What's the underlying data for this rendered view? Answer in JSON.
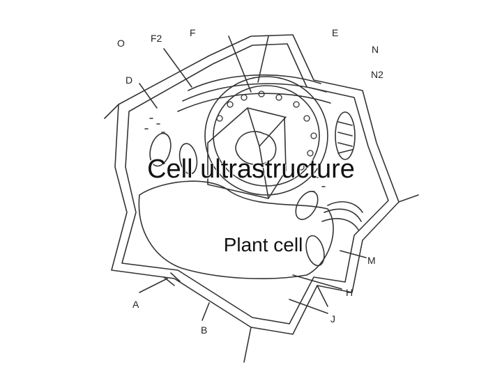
{
  "slide": {
    "title": "Cell ultrastructure",
    "subtitle": "Plant cell"
  },
  "diagram": {
    "labels": {
      "O": "O",
      "F2": "F2",
      "F": "F",
      "E": "E",
      "N": "N",
      "N2": "N2",
      "D": "D",
      "M": "M",
      "H": "H",
      "J": "J",
      "A": "A",
      "B": "B"
    }
  },
  "colors": {
    "line": "#333333",
    "text": "#111111",
    "background": "#ffffff"
  }
}
